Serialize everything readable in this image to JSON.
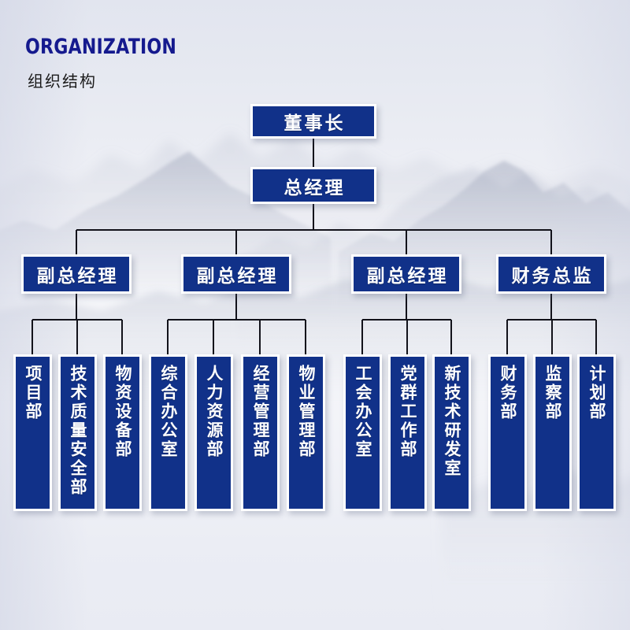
{
  "header": {
    "title_en": "ORGANIZATION",
    "title_cn": "组织结构",
    "accent_color": "#151a8e",
    "box_color": "#113189"
  },
  "chart": {
    "type": "org-chart",
    "levels": [
      {
        "level": 1,
        "nodes": [
          {
            "id": "chairman",
            "label": "董事长"
          },
          {
            "id": "general-manager",
            "label": "总经理"
          }
        ]
      },
      {
        "level": 2,
        "nodes": [
          {
            "id": "deputy-gm-1",
            "label": "副总经理"
          },
          {
            "id": "deputy-gm-2",
            "label": "副总经理"
          },
          {
            "id": "deputy-gm-3",
            "label": "副总经理"
          },
          {
            "id": "finance-director",
            "label": "财务总监"
          }
        ]
      },
      {
        "level": 3,
        "groups": [
          {
            "parent": "deputy-gm-1",
            "nodes": [
              {
                "id": "project-dept",
                "label": "项目部"
              },
              {
                "id": "tech-quality-safety-dept",
                "label": "技术质量安全部"
              },
              {
                "id": "materials-equipment-dept",
                "label": "物资设备部"
              }
            ]
          },
          {
            "parent": "deputy-gm-2",
            "nodes": [
              {
                "id": "general-office",
                "label": "综合办公室"
              },
              {
                "id": "hr-dept",
                "label": "人力资源部"
              },
              {
                "id": "operations-mgmt-dept",
                "label": "经营管理部"
              },
              {
                "id": "property-mgmt-dept",
                "label": "物业管理部"
              }
            ]
          },
          {
            "parent": "deputy-gm-3",
            "nodes": [
              {
                "id": "union-office",
                "label": "工会办公室"
              },
              {
                "id": "party-work-dept",
                "label": "党群工作部"
              },
              {
                "id": "new-tech-rd-office",
                "label": "新技术研发室"
              }
            ]
          },
          {
            "parent": "finance-director",
            "nodes": [
              {
                "id": "finance-dept",
                "label": "财务部"
              },
              {
                "id": "supervision-dept",
                "label": "监察部"
              },
              {
                "id": "planning-dept",
                "label": "计划部"
              }
            ]
          }
        ]
      }
    ]
  }
}
